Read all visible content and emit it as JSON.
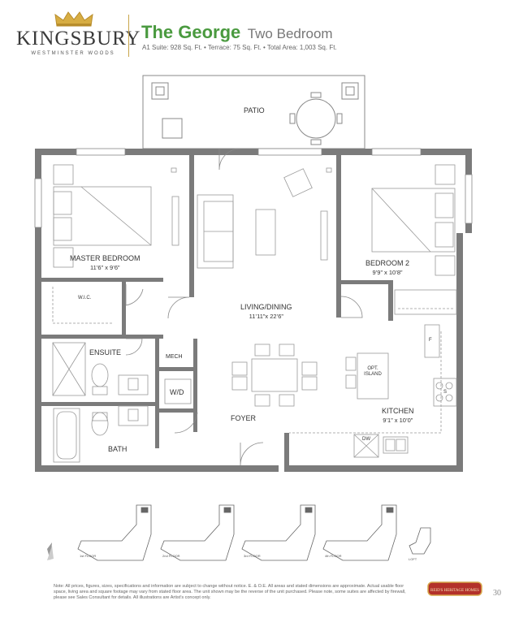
{
  "logo": {
    "name": "KINGSBURY",
    "subtitle": "WESTMINSTER WOODS"
  },
  "header": {
    "model_name": "The George",
    "model_type": "Two Bedroom",
    "areas": "A1 Suite: 928 Sq. Ft.  •  Terrace: 75 Sq. Ft.  •  Total Area: 1,003 Sq. Ft."
  },
  "rooms": {
    "patio": "PATIO",
    "master": {
      "name": "MASTER BEDROOM",
      "size": "11’6” x 9’6”"
    },
    "bedroom2": {
      "name": "BEDROOM 2",
      "size": "9’9” x 10’8”"
    },
    "living": {
      "name": "LIVING/DINING",
      "size": "11’11”x 22’6”"
    },
    "kitchen": {
      "name": "KITCHEN",
      "size": "9’1” x 10’0”"
    },
    "wic": "W.I.C.",
    "ensuite": "ENSUITE",
    "mech": "MECH",
    "wd": "W/D",
    "foyer": "FOYER",
    "bath": "BATH",
    "island": "OPT. ISLAND",
    "dw": "DW",
    "fridge": "F",
    "stove": "S"
  },
  "key_plan": {
    "labels": [
      "1st FLOOR",
      "2nd FLOOR",
      "3rd FLOOR",
      "4th FLOOR",
      "LOFT"
    ]
  },
  "footer": {
    "note": "Note: All prices, figures, sizes, specifications and information are subject to change without notice. E. & O.E. All areas and stated dimensions are approximate. Actual usable floor space, living area and square footage may vary from stated floor area. The unit shown may be the reverse of the unit purchased. Please note, some suites are affected by firewall, please see Sales Consultant for details. All illustrations are Artist’s concept only.",
    "builder": "REID'S HERITAGE HOMES",
    "page": "30"
  },
  "colors": {
    "accent": "#4a9a3f",
    "gold": "#c9a54a",
    "wall": "#7b7b7b"
  }
}
